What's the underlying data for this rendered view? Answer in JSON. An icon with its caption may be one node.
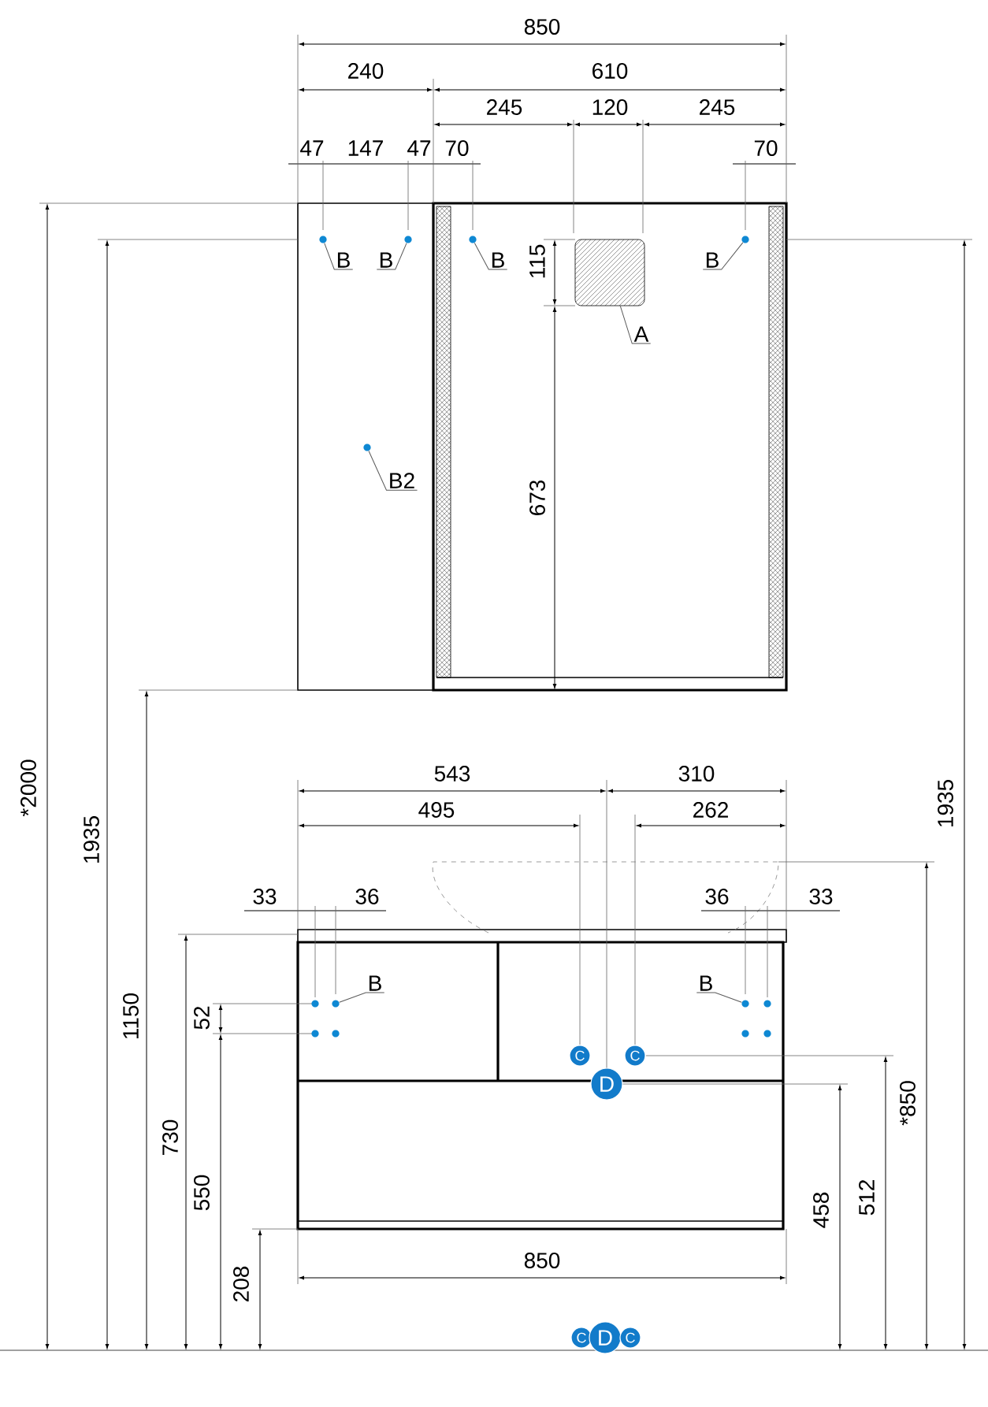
{
  "diagram": {
    "nodes": [
      {
        "text": [
          "B"
        ]
      },
      {
        "text": [],
        "shape": "circle"
      },
      {
        "text": [
          "B"
        ]
      },
      {
        "text": [],
        "shape": "circle"
      },
      {
        "text": [
          "B"
        ]
      },
      {
        "text": [],
        "shape": "circle"
      },
      {
        "text": [
          "B"
        ]
      },
      {
        "text": [],
        "shape": "circle"
      },
      {
        "text": [],
        "shape": "box"
      },
      {
        "text": [
          "A"
        ]
      },
      {
        "text": [
          "B2"
        ]
      },
      {
        "text": [],
        "shape": "circle"
      },
      {
        "text": [
          "B"
        ]
      },
      {
        "text": [],
        "shape": "circle"
      },
      {
        "text": [
          "B"
        ]
      },
      {
        "text": [],
        "shape": "circle"
      },
      {
        "text": [
          "C"
        ]
      },
      {
        "text": [
          "C"
        ]
      },
      {
        "text": [
          "D"
        ]
      },
      {
        "text": [
          "C"
        ]
      },
      {
        "text": [
          "D"
        ]
      },
      {
        "text": [
          "C"
        ]
      }
    ],
    "edges": [
      {
        "from": 0,
        "to": 1,
        "arrow": "none"
      },
      {
        "from": 2,
        "to": 3,
        "arrow": "none"
      },
      {
        "from": 4,
        "to": 5,
        "arrow": "none"
      },
      {
        "from": 6,
        "to": 7,
        "arrow": "none"
      },
      {
        "from": 9,
        "to": 8,
        "arrow": "none"
      },
      {
        "from": 10,
        "to": 11,
        "arrow": "none"
      },
      {
        "from": 12,
        "to": 13,
        "arrow": "none"
      },
      {
        "from": 14,
        "to": 15,
        "arrow": "none"
      }
    ],
    "labels": [
      "850",
      "240",
      "610",
      "245",
      "120",
      "245",
      "47",
      "147",
      "47",
      "70",
      "70",
      "115",
      "673",
      "*2000",
      "1935",
      "1150",
      "1935",
      "543",
      "310",
      "495",
      "262",
      "33",
      "36",
      "36",
      "33",
      "52",
      "730",
      "550",
      "458",
      "512",
      "*850",
      "208",
      "850"
    ]
  }
}
